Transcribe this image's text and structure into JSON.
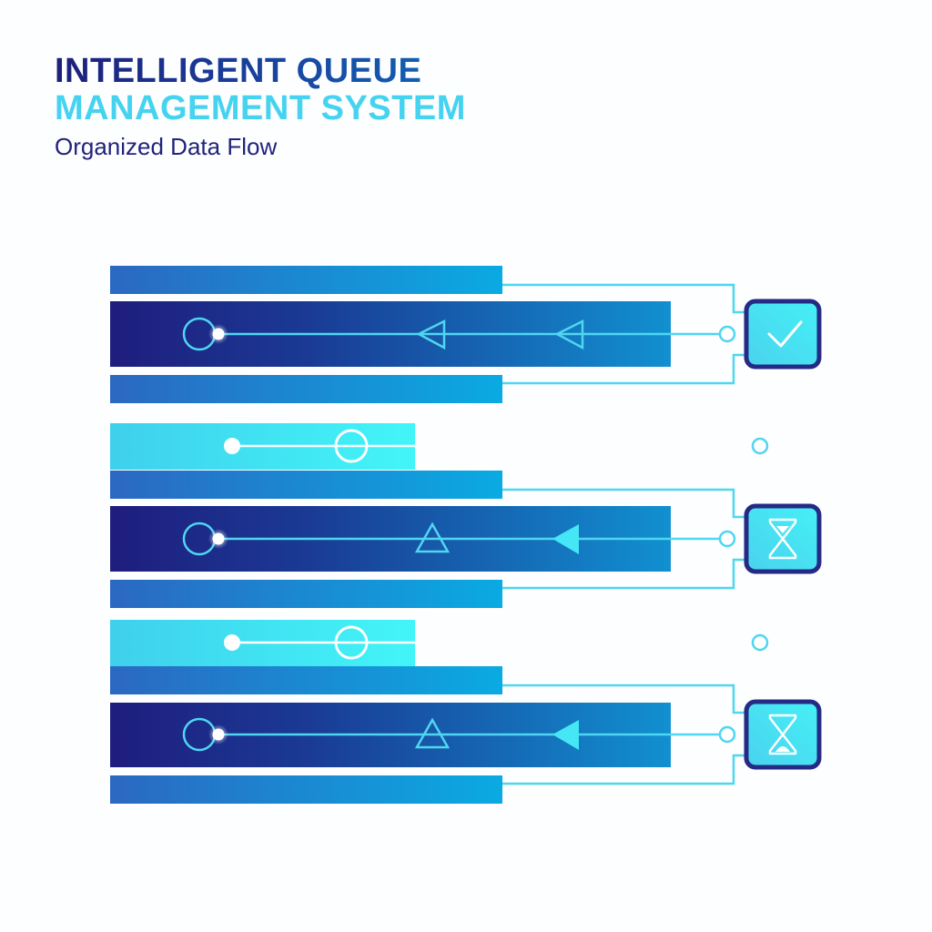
{
  "header": {
    "title_line1": "INTELLIGENT QUEUE",
    "title_line2": "MANAGEMENT SYSTEM",
    "subtitle": "Organized Data Flow"
  },
  "colors": {
    "navy": "#1e1f7a",
    "dark_bar_start": "#1f1d7e",
    "dark_bar_end": "#1584c8",
    "mid_bar_start": "#2c6ec4",
    "mid_bar_end": "#0aa9e2",
    "cyan_bar_start": "#3fd2ee",
    "cyan_bar_end": "#42f3f8",
    "line": "#4fd6f0",
    "status_fill": "#45e0f2",
    "status_border": "#252a85",
    "white": "#ffffff"
  },
  "queues": [
    {
      "id": "queue-1",
      "status": "completed",
      "status_icon": "checkmark-icon",
      "has_incoming_lane": false,
      "markers": [
        "hollow-triangle-left",
        "hollow-triangle-left"
      ]
    },
    {
      "id": "queue-2",
      "status": "waiting",
      "status_icon": "hourglass-icon",
      "has_incoming_lane": true,
      "markers": [
        "hollow-triangle-up",
        "filled-triangle-left"
      ]
    },
    {
      "id": "queue-3",
      "status": "waiting",
      "status_icon": "hourglass-icon",
      "has_incoming_lane": true,
      "markers": [
        "hollow-triangle-up",
        "filled-triangle-left"
      ]
    }
  ]
}
